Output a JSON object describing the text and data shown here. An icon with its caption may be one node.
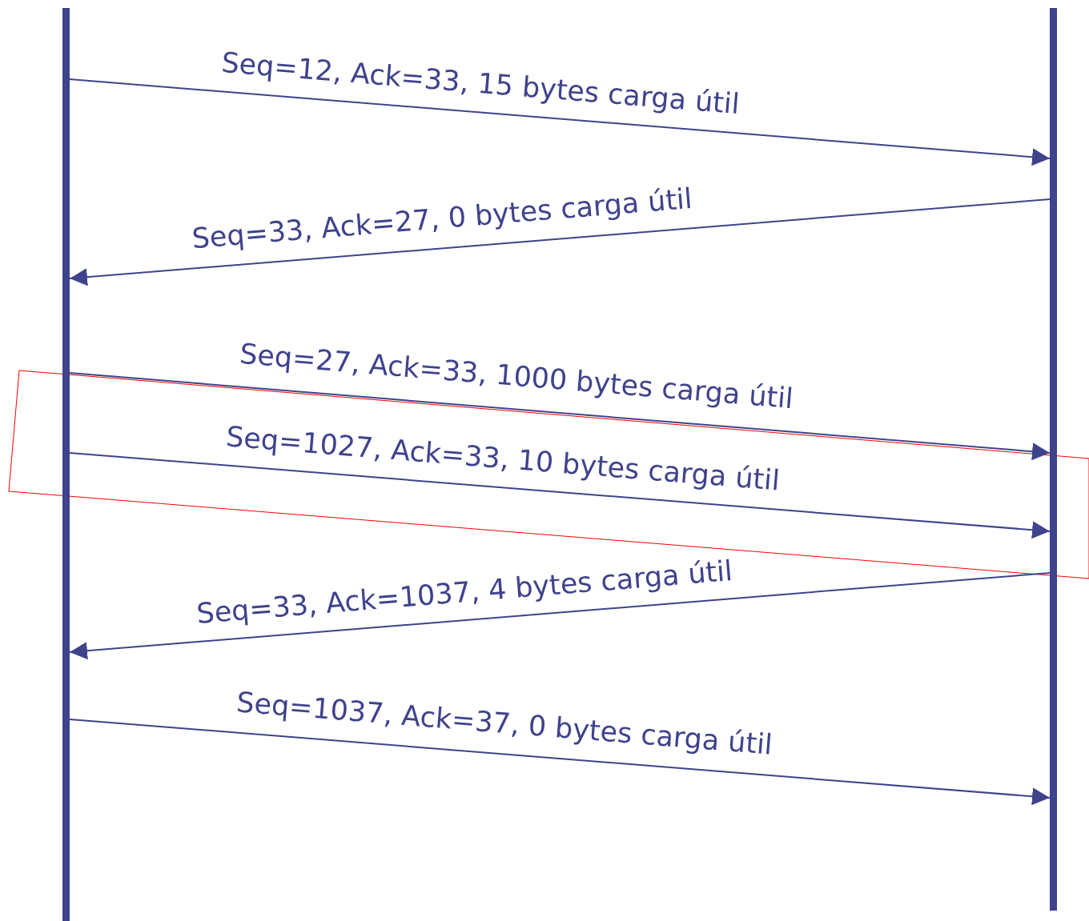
{
  "diagram": {
    "nodes": [
      {
        "text": [],
        "shape": "bar"
      },
      {
        "text": [],
        "shape": "bar"
      }
    ],
    "edges": [
      {
        "from": 0,
        "to": 1,
        "arrow": "to",
        "label": "Seq=12, Ack=33, 15 bytes carga útil"
      },
      {
        "from": 1,
        "to": 0,
        "arrow": "to",
        "label": "Seq=33, Ack=27, 0 bytes carga útil"
      },
      {
        "from": 0,
        "to": 1,
        "arrow": "to",
        "label": "Seq=27, Ack=33, 1000 bytes carga útil"
      },
      {
        "from": 0,
        "to": 1,
        "arrow": "to",
        "label": "Seq=1027, Ack=33, 10 bytes carga útil"
      },
      {
        "from": 1,
        "to": 0,
        "arrow": "to",
        "label": "Seq=33, Ack=1037, 4 bytes carga útil"
      },
      {
        "from": 0,
        "to": 1,
        "arrow": "to",
        "label": "Seq=1037, Ack=37, 0 bytes carga útil"
      }
    ]
  }
}
